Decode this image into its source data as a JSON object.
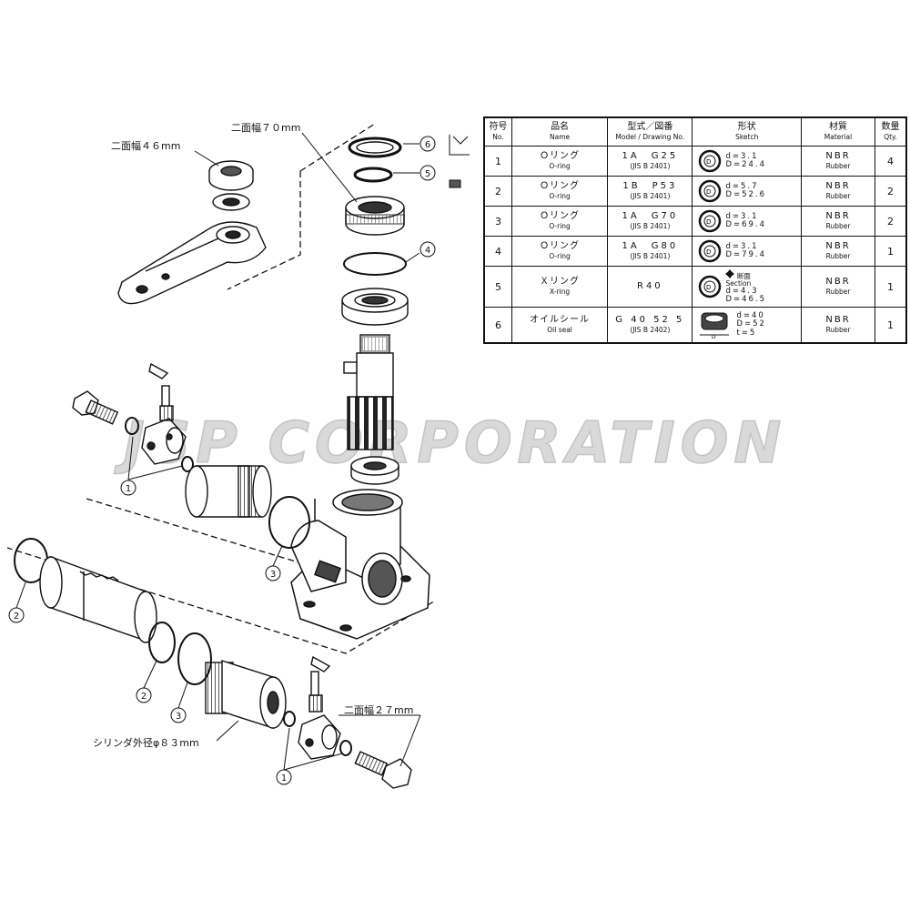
{
  "watermark": "JSP CORPORATION",
  "labels": {
    "width_70": "二面幅７０mm",
    "width_46": "二面幅４６mm",
    "width_27": "二面幅２７mm",
    "cylinder": "シリンダ外径φ８３mm"
  },
  "callouts": [
    "6",
    "5",
    "4",
    "1",
    "3",
    "2",
    "2",
    "3",
    "1"
  ],
  "table": {
    "headers": [
      {
        "ja": "符号",
        "en": "No."
      },
      {
        "ja": "品名",
        "en": "Name"
      },
      {
        "ja": "型式／図番",
        "en": "Model / Drawing No."
      },
      {
        "ja": "形状",
        "en": "Sketch"
      },
      {
        "ja": "材質",
        "en": "Material"
      },
      {
        "ja": "数量",
        "en": "Qty."
      }
    ],
    "rows": [
      {
        "no": "1",
        "name_ja": "Ｏリング",
        "name_en": "O-ring",
        "model": "1A　G25",
        "drawing": "(JIS B 2401)",
        "dims": [
          "d=3.1",
          "D=24.4"
        ],
        "material_ja": "NBR",
        "material_en": "Rubber",
        "qty": "4"
      },
      {
        "no": "2",
        "name_ja": "Ｏリング",
        "name_en": "O-ring",
        "model": "1B　P53",
        "drawing": "(JIS B 2401)",
        "dims": [
          "d=5.7",
          "D=52.6"
        ],
        "material_ja": "NBR",
        "material_en": "Rubber",
        "qty": "2"
      },
      {
        "no": "3",
        "name_ja": "Ｏリング",
        "name_en": "O-ring",
        "model": "1A　G70",
        "drawing": "(JIS B 2401)",
        "dims": [
          "d=3.1",
          "D=69.4"
        ],
        "material_ja": "NBR",
        "material_en": "Rubber",
        "qty": "2"
      },
      {
        "no": "4",
        "name_ja": "Ｏリング",
        "name_en": "O-ring",
        "model": "1A　G80",
        "drawing": "(JIS B 2401)",
        "dims": [
          "d=3.1",
          "D=79.4"
        ],
        "material_ja": "NBR",
        "material_en": "Rubber",
        "qty": "1"
      },
      {
        "no": "5",
        "name_ja": "Ｘリング",
        "name_en": "X-ring",
        "model": "R40",
        "drawing": "",
        "section_ja": "断面",
        "section_en": "Section",
        "dims": [
          "d=4.3",
          "D=46.5"
        ],
        "material_ja": "NBR",
        "material_en": "Rubber",
        "qty": "1"
      },
      {
        "no": "6",
        "name_ja": "オイルシール",
        "name_en": "Oil seal",
        "model": "G 40 52 5",
        "drawing": "(JIS B 2402)",
        "dims": [
          "d=40",
          "D=52",
          "t=5"
        ],
        "material_ja": "NBR",
        "material_en": "Rubber",
        "qty": "1"
      }
    ]
  }
}
